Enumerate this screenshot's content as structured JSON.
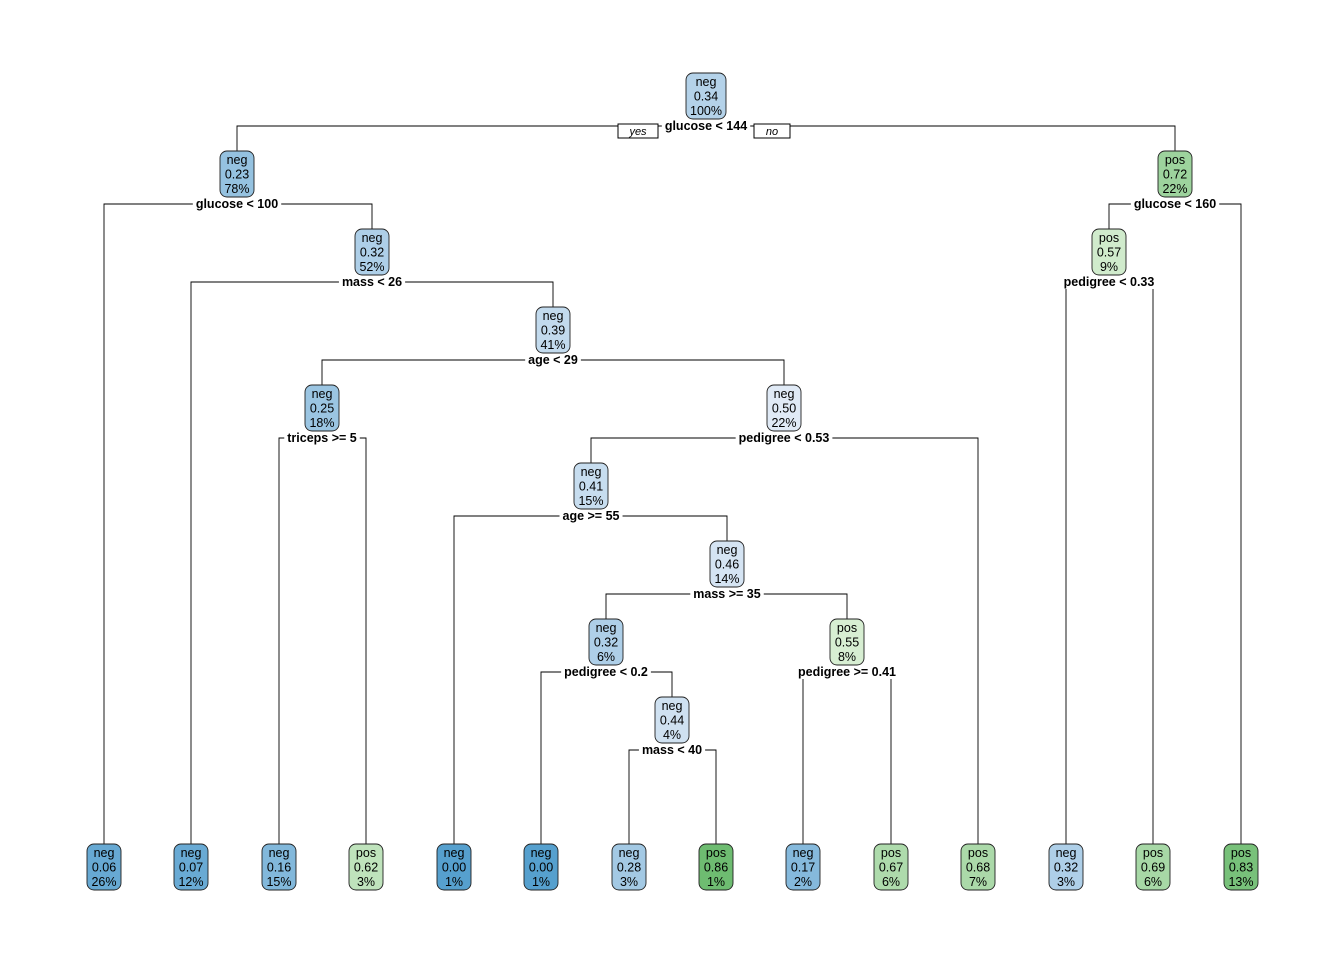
{
  "yes_label": "yes",
  "no_label": "no",
  "nodes": [
    {
      "id": "n1",
      "class": "neg",
      "prob": "0.34",
      "pct": "100%",
      "split": "glucose < 144"
    },
    {
      "id": "n2",
      "class": "neg",
      "prob": "0.23",
      "pct": "78%",
      "split": "glucose < 100"
    },
    {
      "id": "n3",
      "class": "pos",
      "prob": "0.72",
      "pct": "22%",
      "split": "glucose < 160"
    },
    {
      "id": "n5",
      "class": "neg",
      "prob": "0.32",
      "pct": "52%",
      "split": "mass < 26"
    },
    {
      "id": "n6",
      "class": "pos",
      "prob": "0.57",
      "pct": "9%",
      "split": "pedigree < 0.33"
    },
    {
      "id": "n11",
      "class": "neg",
      "prob": "0.39",
      "pct": "41%",
      "split": "age < 29"
    },
    {
      "id": "n22",
      "class": "neg",
      "prob": "0.25",
      "pct": "18%",
      "split": "triceps >= 5"
    },
    {
      "id": "n23",
      "class": "neg",
      "prob": "0.50",
      "pct": "22%",
      "split": "pedigree < 0.53"
    },
    {
      "id": "n46",
      "class": "neg",
      "prob": "0.41",
      "pct": "15%",
      "split": "age >= 55"
    },
    {
      "id": "n93",
      "class": "neg",
      "prob": "0.46",
      "pct": "14%",
      "split": "mass >= 35"
    },
    {
      "id": "n186",
      "class": "neg",
      "prob": "0.32",
      "pct": "6%",
      "split": "pedigree < 0.2"
    },
    {
      "id": "n187",
      "class": "pos",
      "prob": "0.55",
      "pct": "8%",
      "split": "pedigree >= 0.41"
    },
    {
      "id": "n373",
      "class": "neg",
      "prob": "0.44",
      "pct": "4%",
      "split": "mass < 40"
    },
    {
      "id": "L1",
      "class": "neg",
      "prob": "0.06",
      "pct": "26%"
    },
    {
      "id": "L2",
      "class": "neg",
      "prob": "0.07",
      "pct": "12%"
    },
    {
      "id": "L3",
      "class": "neg",
      "prob": "0.16",
      "pct": "15%"
    },
    {
      "id": "L4",
      "class": "pos",
      "prob": "0.62",
      "pct": "3%"
    },
    {
      "id": "L5",
      "class": "neg",
      "prob": "0.00",
      "pct": "1%"
    },
    {
      "id": "L6",
      "class": "neg",
      "prob": "0.00",
      "pct": "1%"
    },
    {
      "id": "L7",
      "class": "neg",
      "prob": "0.28",
      "pct": "3%"
    },
    {
      "id": "L8",
      "class": "pos",
      "prob": "0.86",
      "pct": "1%"
    },
    {
      "id": "L9",
      "class": "neg",
      "prob": "0.17",
      "pct": "2%"
    },
    {
      "id": "L10",
      "class": "pos",
      "prob": "0.67",
      "pct": "6%"
    },
    {
      "id": "L11",
      "class": "pos",
      "prob": "0.68",
      "pct": "7%"
    },
    {
      "id": "L12",
      "class": "neg",
      "prob": "0.32",
      "pct": "3%"
    },
    {
      "id": "L13",
      "class": "pos",
      "prob": "0.69",
      "pct": "6%"
    },
    {
      "id": "L14",
      "class": "pos",
      "prob": "0.83",
      "pct": "13%"
    }
  ],
  "edges": [
    [
      "n1",
      "n2"
    ],
    [
      "n1",
      "n3"
    ],
    [
      "n2",
      "L1"
    ],
    [
      "n2",
      "n5"
    ],
    [
      "n5",
      "L2"
    ],
    [
      "n5",
      "n11"
    ],
    [
      "n11",
      "n22"
    ],
    [
      "n11",
      "n23"
    ],
    [
      "n22",
      "L3"
    ],
    [
      "n22",
      "L4"
    ],
    [
      "n23",
      "n46"
    ],
    [
      "n23",
      "L11"
    ],
    [
      "n46",
      "L5"
    ],
    [
      "n46",
      "n93"
    ],
    [
      "n93",
      "n186"
    ],
    [
      "n93",
      "n187"
    ],
    [
      "n186",
      "L6"
    ],
    [
      "n186",
      "n373"
    ],
    [
      "n373",
      "L7"
    ],
    [
      "n373",
      "L8"
    ],
    [
      "n187",
      "L9"
    ],
    [
      "n187",
      "L10"
    ],
    [
      "n3",
      "n6"
    ],
    [
      "n3",
      "L14"
    ],
    [
      "n6",
      "L12"
    ],
    [
      "n6",
      "L13"
    ]
  ]
}
